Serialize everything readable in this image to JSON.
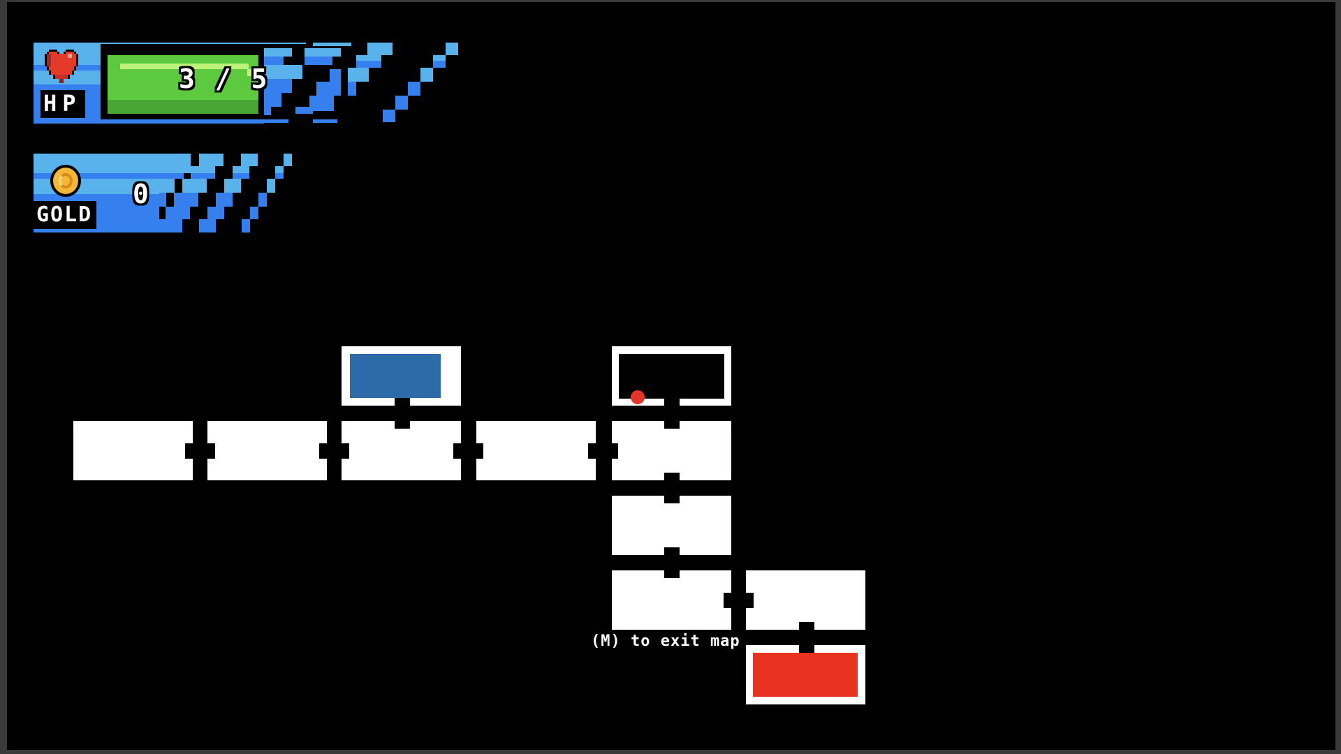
{
  "hud": {
    "hp": {
      "label": "HP",
      "current": 3,
      "max": 5,
      "display": "3 / 5",
      "icon": "heart-icon",
      "bar_color": "#5cc93f",
      "panel_light": "#58b2ec",
      "panel_dark": "#3580ee"
    },
    "gold": {
      "label": "GOLD",
      "value": "0",
      "icon": "coin-icon"
    }
  },
  "map": {
    "rooms": [
      {
        "id": "room-start-left",
        "col": 0,
        "row": 1,
        "type": "explored"
      },
      {
        "id": "room-2",
        "col": 1,
        "row": 1,
        "type": "explored"
      },
      {
        "id": "room-3",
        "col": 2,
        "row": 1,
        "type": "explored"
      },
      {
        "id": "room-4",
        "col": 3,
        "row": 1,
        "type": "explored"
      },
      {
        "id": "room-5",
        "col": 4,
        "row": 1,
        "type": "explored"
      },
      {
        "id": "room-special-blue",
        "col": 2,
        "row": 0,
        "type": "special",
        "color": "#2d6aa8"
      },
      {
        "id": "room-current",
        "col": 4,
        "row": 0,
        "type": "current"
      },
      {
        "id": "room-6",
        "col": 4,
        "row": 2,
        "type": "explored"
      },
      {
        "id": "room-7",
        "col": 4,
        "row": 3,
        "type": "explored"
      },
      {
        "id": "room-8",
        "col": 5,
        "row": 3,
        "type": "explored"
      },
      {
        "id": "room-boss",
        "col": 5,
        "row": 4,
        "type": "boss",
        "color": "#e83323"
      }
    ],
    "player_marker_color": "#e23428",
    "exit_hint": "(M) to exit map"
  }
}
